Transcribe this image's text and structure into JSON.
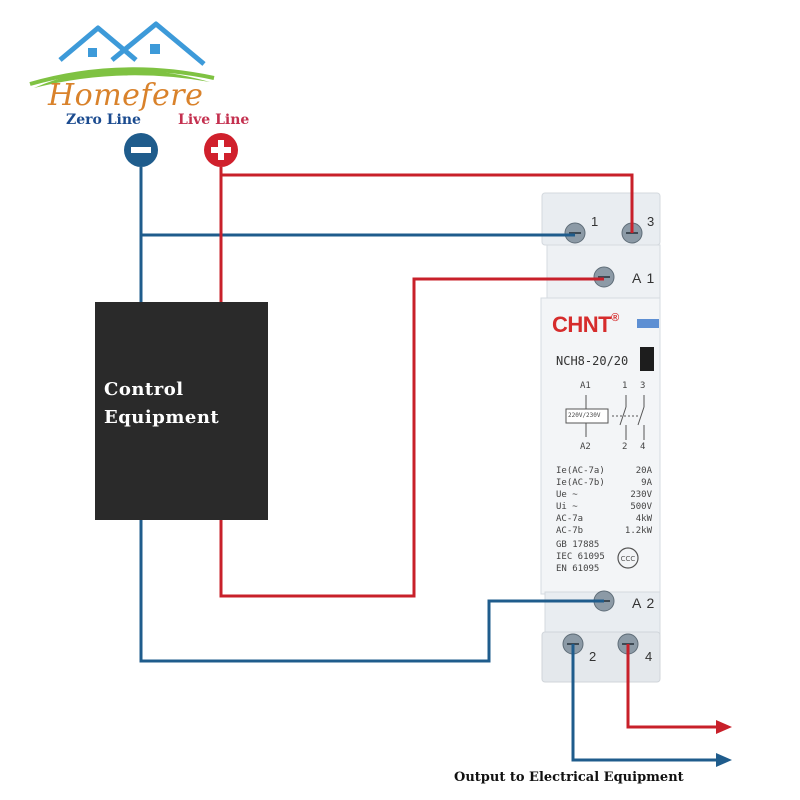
{
  "logo": {
    "name": "Homefere"
  },
  "supply": {
    "zero_label": "Zero Line",
    "live_label": "Live Line"
  },
  "control": {
    "line1": "Control",
    "line2": "Equipment"
  },
  "output": {
    "label": "Output to Electrical Equipment"
  },
  "contactor": {
    "brand": "CHNT",
    "brand_reg": "®",
    "model": "NCH8-20/20",
    "coil_top": "A1",
    "coil_bottom": "A2",
    "coil_rating": "220V/230V",
    "pole_top_1": "1",
    "pole_top_3": "3",
    "pole_bottom_2": "2",
    "pole_bottom_4": "4",
    "specs": [
      {
        "label": "Ie(AC-7a)",
        "value": "20A"
      },
      {
        "label": "Ie(AC-7b)",
        "value": "9A"
      },
      {
        "label": "Ue ~",
        "value": "230V"
      },
      {
        "label": "Ui ~",
        "value": "500V"
      },
      {
        "label": "AC-7a",
        "value": "4kW"
      },
      {
        "label": "AC-7b",
        "value": "1.2kW"
      }
    ],
    "standards": [
      "GB 17885",
      "IEC 61095",
      "EN 61095"
    ],
    "cert_mark": "CCC",
    "terminal_1": "1",
    "terminal_3": "3",
    "terminal_a1": "A 1",
    "terminal_a2": "A 2",
    "terminal_2": "2",
    "terminal_4": "4"
  },
  "colors": {
    "zero_wire": "#1f5c8c",
    "live_wire": "#c8202a",
    "control_box": "#2a2a2a",
    "brand": "#d62c2c"
  }
}
